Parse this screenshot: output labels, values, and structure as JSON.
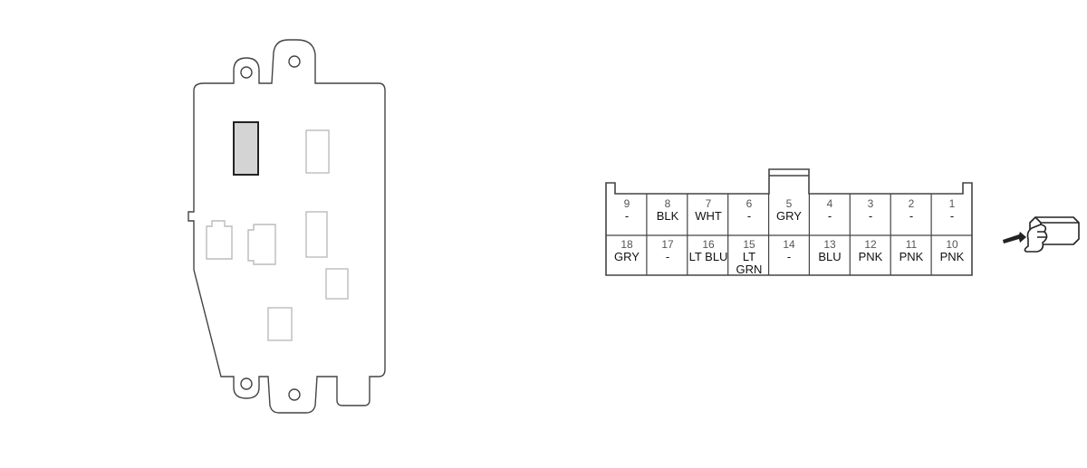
{
  "connector": {
    "top_row": [
      {
        "pin": "9",
        "wire": "-"
      },
      {
        "pin": "8",
        "wire": "BLK"
      },
      {
        "pin": "7",
        "wire": "WHT"
      },
      {
        "pin": "6",
        "wire": "-"
      },
      {
        "pin": "5",
        "wire": "GRY"
      },
      {
        "pin": "4",
        "wire": "-"
      },
      {
        "pin": "3",
        "wire": "-"
      },
      {
        "pin": "2",
        "wire": "-"
      },
      {
        "pin": "1",
        "wire": "-"
      }
    ],
    "bottom_row": [
      {
        "pin": "18",
        "wire": "GRY"
      },
      {
        "pin": "17",
        "wire": "-"
      },
      {
        "pin": "16",
        "wire": "LT BLU"
      },
      {
        "pin": "15",
        "wire": "LT GRN"
      },
      {
        "pin": "14",
        "wire": "-"
      },
      {
        "pin": "13",
        "wire": "BLU"
      },
      {
        "pin": "12",
        "wire": "PNK"
      },
      {
        "pin": "11",
        "wire": "PNK"
      },
      {
        "pin": "10",
        "wire": "PNK"
      }
    ]
  },
  "colors": {
    "outline": "#444444",
    "light_outline": "#bbbbbb",
    "highlight_fill": "#d4d4d4"
  },
  "icons": {
    "fuse_box": "fuse-box-outline-icon",
    "highlighted_connector": "highlighted-connector-icon",
    "view_direction": "terminal-side-view-hand-icon"
  }
}
